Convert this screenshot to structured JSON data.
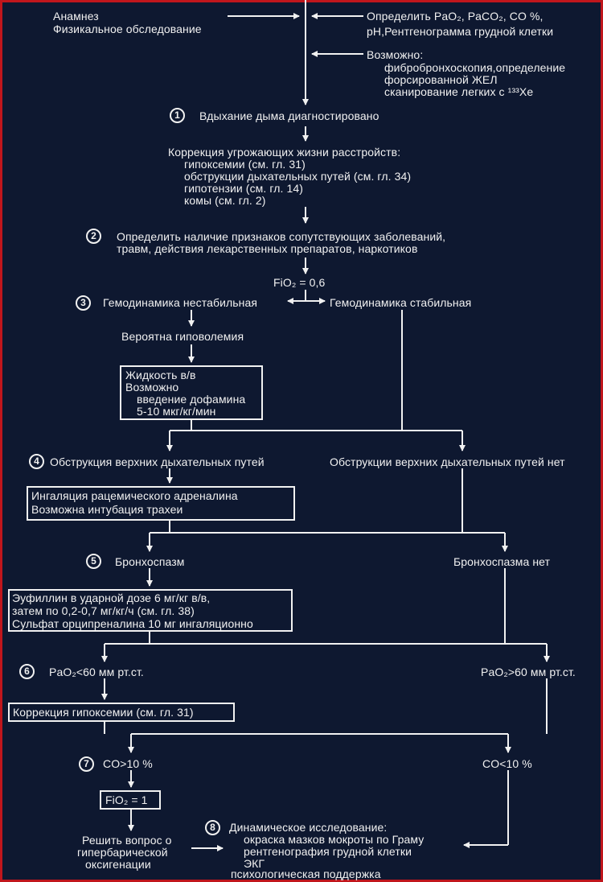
{
  "top": {
    "left_line1": "Анамнез",
    "left_line2": "Физикальное обследование",
    "right_line1": "Определить PaO₂, PaCO₂, CO %,",
    "right_line2": "pH,Рентгенограмма грудной клетки"
  },
  "possible": {
    "label": "Возможно:",
    "line1": "фибробронхоскопия,определение",
    "line2": "форсированной ЖЕЛ",
    "line3": "сканирование легких с ¹³³Xe"
  },
  "step1": {
    "num": "1",
    "text": "Вдыхание дыма диагностировано"
  },
  "correction": {
    "title": "Коррекция угрожающих жизни расстройств:",
    "items": [
      "гипоксемии (см. гл. 31)",
      "обструкции дыхательных путей (см. гл. 34)",
      "гипотензии (см. гл. 14)",
      "комы (см. гл. 2)"
    ]
  },
  "step2": {
    "num": "2",
    "line1": "Определить наличие признаков сопутствующих заболеваний,",
    "line2": "травм, действия лекарственных препаратов, наркотиков"
  },
  "fio2_main": "FiO₂ = 0,6",
  "step3": {
    "num": "3",
    "unstable": "Гемодинамика нестабильная",
    "stable": "Гемодинамика стабильная"
  },
  "hypovolemia": "Вероятна гиповолемия",
  "fluid_box": {
    "line1": "Жидкость в/в",
    "line2": "Возможно",
    "line3": "введение дофамина",
    "line4": "5-10 мкг/кг/мин"
  },
  "step4": {
    "num": "4",
    "yes": "Обструкция верхних дыхательных путей",
    "no": "Обструкции верхних дыхательных путей нет"
  },
  "adrenaline_box": {
    "line1": "Ингаляция рацемического адреналина",
    "line2": "Возможна интубация трахеи"
  },
  "step5": {
    "num": "5",
    "yes": "Бронхоспазм",
    "no": "Бронхоспазма нет"
  },
  "euphyllin_box": {
    "line1": "Эуфиллин в ударной дозе 6 мг/кг в/в,",
    "line2": "затем по 0,2-0,7 мг/кг/ч (см. гл. 38)",
    "line3": "Сульфат орципреналина 10 мг ингаляционно"
  },
  "step6": {
    "num": "6",
    "low": "PaO₂<60 мм рт.ст.",
    "high": "PaO₂>60 мм рт.ст."
  },
  "hypox_box": "Коррекция гипоксемии (см. гл. 31)",
  "step7": {
    "num": "7",
    "high": "CO>10 %",
    "low": "CO<10 %"
  },
  "fio2_box": "FiO₂ = 1",
  "hyperbaric": {
    "line1": "Решить вопрос о",
    "line2": "гипербарической",
    "line3": "оксигенации"
  },
  "step8": {
    "num": "8",
    "title": "Динамическое исследование:",
    "items": [
      "окраска мазков мокроты по Граму",
      "рентгенография грудной клетки",
      "ЭКГ"
    ],
    "last": "психологическая поддержка"
  },
  "colors": {
    "background": "#0e1830",
    "foreground": "#f1f1f1",
    "frame": "#c0161c"
  }
}
